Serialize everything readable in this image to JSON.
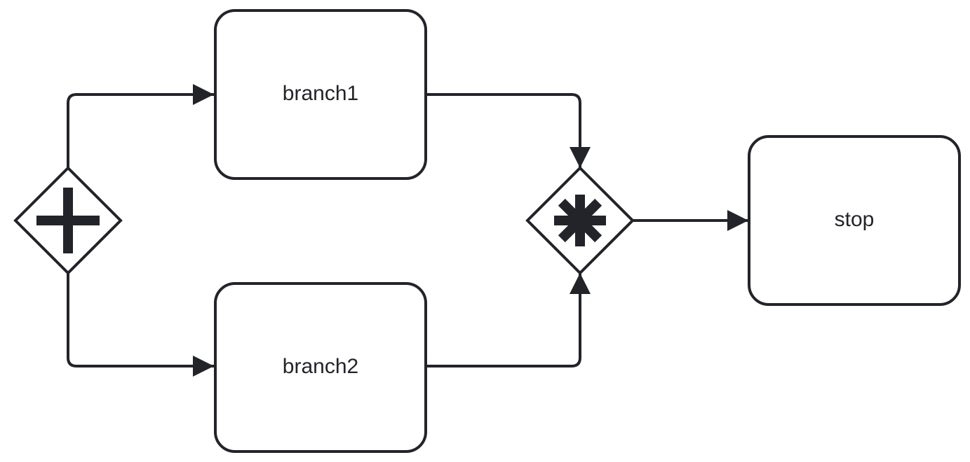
{
  "diagram": {
    "type": "bpmn-process",
    "line_color": "#22242a",
    "background_color": "#ffffff",
    "gateways": [
      {
        "id": "split",
        "kind": "parallel",
        "icon": "plus-icon"
      },
      {
        "id": "join",
        "kind": "complex",
        "icon": "asterisk-icon"
      }
    ],
    "tasks": [
      {
        "id": "branch1",
        "label": "branch1"
      },
      {
        "id": "branch2",
        "label": "branch2"
      },
      {
        "id": "stop",
        "label": "stop"
      }
    ],
    "flows": [
      {
        "from": "split",
        "to": "branch1"
      },
      {
        "from": "split",
        "to": "branch2"
      },
      {
        "from": "branch1",
        "to": "join"
      },
      {
        "from": "branch2",
        "to": "join"
      },
      {
        "from": "join",
        "to": "stop"
      }
    ]
  }
}
